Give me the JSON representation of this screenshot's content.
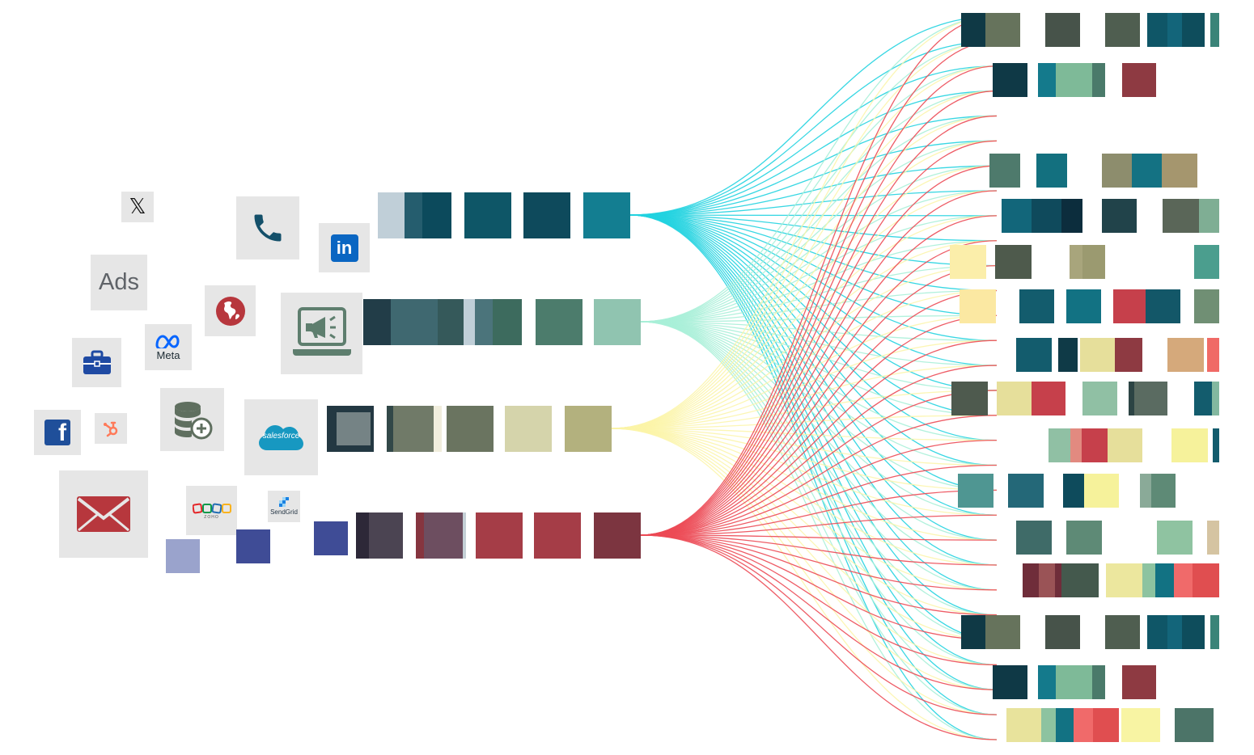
{
  "sources": [
    {
      "name": "x-icon",
      "glyph": "𝕏"
    },
    {
      "name": "phone-icon"
    },
    {
      "name": "linkedin-icon",
      "label": "in"
    },
    {
      "name": "google-ads-icon",
      "label": "Ads"
    },
    {
      "name": "globe-icon"
    },
    {
      "name": "campaign-megaphone-icon"
    },
    {
      "name": "meta-icon",
      "label": "Meta"
    },
    {
      "name": "briefcase-icon"
    },
    {
      "name": "database-add-icon"
    },
    {
      "name": "facebook-icon",
      "label": "f"
    },
    {
      "name": "hubspot-icon"
    },
    {
      "name": "salesforce-icon",
      "label": "salesforce"
    },
    {
      "name": "email-icon"
    },
    {
      "name": "zoho-icon",
      "label": "ZOHO"
    },
    {
      "name": "sendgrid-icon",
      "label": "SendGrid"
    }
  ],
  "colors": {
    "stream_1": "#22d3e0",
    "stream_2": "#a8f0d8",
    "stream_3": "#fbf5a8",
    "stream_4": "#ec4a55",
    "tile_bg": "#e6e6e6",
    "navy_block": "#3f4c96",
    "lavender_block": "#9aa3cc"
  }
}
